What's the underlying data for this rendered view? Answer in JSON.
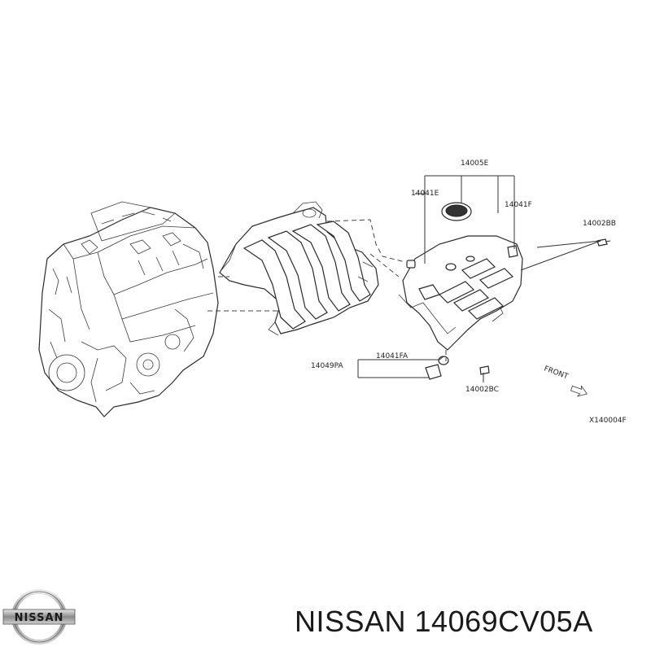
{
  "diagram": {
    "labels": {
      "p14005e": "14005E",
      "p14041e": "14041E",
      "p14041f": "14041F",
      "p14002bb": "14002BB",
      "p14049pa": "14049PA",
      "p14041fa": "14041FA",
      "p14002bc": "14002BC",
      "front": "FRONT",
      "ref": "X140004F"
    }
  },
  "footer": {
    "part_code": "NISSAN 14069CV05A",
    "logo_text": "NISSAN"
  }
}
